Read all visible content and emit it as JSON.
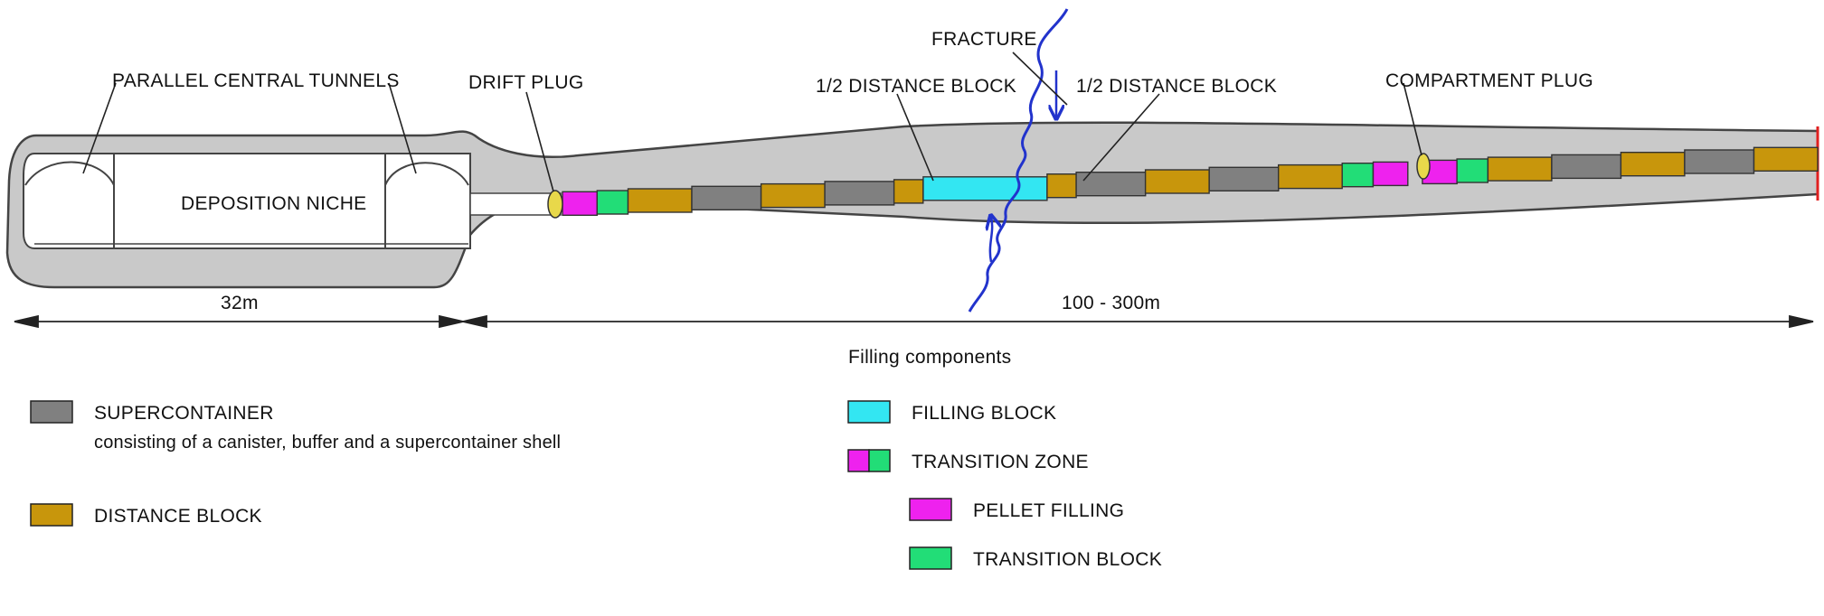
{
  "labels": {
    "parallel_central_tunnels": "PARALLEL CENTRAL TUNNELS",
    "drift_plug": "DRIFT PLUG",
    "half_distance_block_left": "1/2 DISTANCE BLOCK",
    "half_distance_block_right": "1/2 DISTANCE BLOCK",
    "fracture": "FRACTURE",
    "compartment_plug": "COMPARTMENT PLUG",
    "deposition_niche": "DEPOSITION NICHE",
    "dim_niche": "32m",
    "dim_drift": "100 - 300m"
  },
  "legend": {
    "filling_components_title": "Filling components",
    "supercontainer": "SUPERCONTAINER",
    "supercontainer_note": "consisting of a canister, buffer and a supercontainer shell",
    "distance_block": "DISTANCE BLOCK",
    "filling_block": "FILLING BLOCK",
    "transition_zone": "TRANSITION ZONE",
    "pellet_filling": "PELLET FILLING",
    "transition_block": "TRANSITION BLOCK"
  },
  "colors": {
    "supercontainer": "#808080",
    "distance_block": "#c8960c",
    "filling_block": "#33e6f2",
    "pellet_filling": "#ee22ee",
    "transition_block": "#22dd77",
    "rock": "#c9c9c9",
    "fracture": "#2233cc",
    "plug": "#e8d84a",
    "end_mark": "#e02020"
  },
  "sequence": [
    "pellet_filling",
    "transition_block",
    "distance_block",
    "supercontainer",
    "distance_block",
    "supercontainer",
    "half_distance_block",
    "filling_block",
    "half_distance_block",
    "supercontainer",
    "distance_block",
    "supercontainer",
    "distance_block",
    "transition_block",
    "pellet_filling",
    "compartment_plug",
    "pellet_filling",
    "transition_block",
    "distance_block",
    "supercontainer",
    "distance_block",
    "supercontainer",
    "distance_block"
  ]
}
